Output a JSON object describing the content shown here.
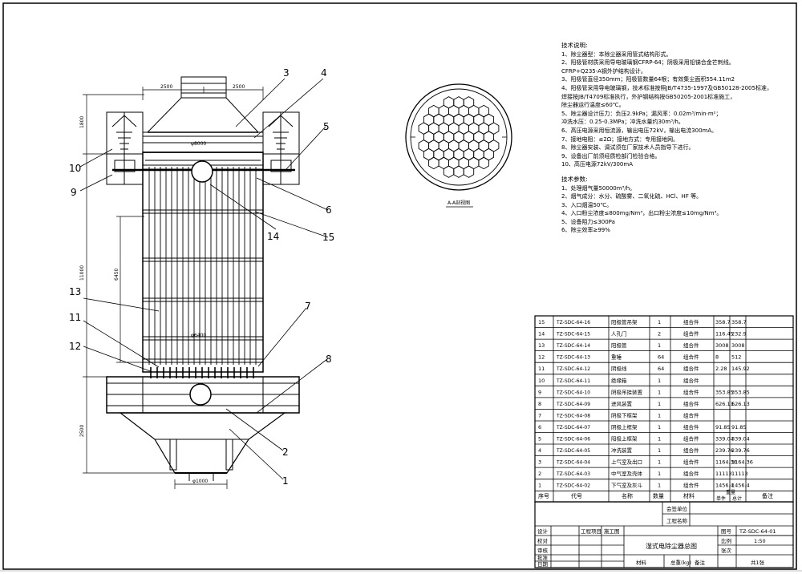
{
  "drawing": {
    "technical_notes": {
      "title": "技术说明:",
      "items": [
        "1、除尘器型：本除尘器采用管式结构形式。",
        "2、阳极管材质采用导电玻璃钢CFRP-64；阴极采用铅锑合金芒刺线。",
        "   CFRP+Q235-A钢外护结构设计。",
        "3、阳极管直径350mm；阳极管数量64根；有效集尘面积554.11m2",
        "4、阳极管采用导电玻璃钢，技术标准按照JB/T4735-1997及GB50128-2005标准，",
        "   焊接按JB/T4709标准执行，外护钢结构按GB50205-2001标准施工，",
        "   除尘器运行温度≤60℃。",
        "5、除尘器设计压力：负压2.9kPa；漏风率：0.02m³/min·m²；",
        "   冲洗水压：0.25-0.3MPa；冲洗水量约30m³/h。",
        "6、高压电源采用恒流源，输出电压72kV，输出电流300mA。",
        "7、接地电阻：≤2Ω；接地方式：专用接地网。",
        "8、除尘器安装、调试须在厂家技术人员指导下进行。",
        "9、设备出厂前须经质检部门检验合格。",
        "10、高压电源72kV/300mA"
      ],
      "params_title": "技术参数:",
      "params": [
        "1、处理烟气量50000m³/h。",
        "2、烟气成分：水分、硫酸雾、二氧化硫、HCl、HF 等。",
        "3、入口烟温50℃。",
        "4、入口粉尘浓度≤800mg/Nm³，出口粉尘浓度≤10mg/Nm³。",
        "5、设备阻力≤300Pa",
        "6、除尘效率≥99%"
      ]
    },
    "section_label": "A-A剖视图",
    "callouts": [
      "1",
      "2",
      "3",
      "4",
      "5",
      "6",
      "7",
      "8",
      "9",
      "10",
      "11",
      "12",
      "13",
      "14",
      "15"
    ],
    "dimensions": {
      "top_left": "2500",
      "top_right": "2500",
      "left_top": "1800",
      "left_total": "11000",
      "left_mid": "6450",
      "left_bottom": "2500",
      "bottom": "φ1000",
      "hopper_top": "φ8000",
      "inner": "φ6400"
    },
    "parts_table": {
      "header": [
        "序号",
        "代号",
        "名称",
        "数量",
        "材料",
        "单件",
        "总计",
        "备注"
      ],
      "header_weight": "重量",
      "rows": [
        {
          "no": "15",
          "code": "TZ-SDC-64-16",
          "name": "阳极管吊架",
          "qty": "1",
          "mat": "组合件",
          "unit": "358.7",
          "total": "358.7"
        },
        {
          "no": "14",
          "code": "TZ-SDC-64-15",
          "name": "人孔门",
          "qty": "2",
          "mat": "组合件",
          "unit": "116.45",
          "total": "232.9"
        },
        {
          "no": "13",
          "code": "TZ-SDC-64-14",
          "name": "阳极管",
          "qty": "1",
          "mat": "组合件",
          "unit": "3008",
          "total": "3008"
        },
        {
          "no": "12",
          "code": "TZ-SDC-64-13",
          "name": "重锤",
          "qty": "64",
          "mat": "组合件",
          "unit": "8",
          "total": "512"
        },
        {
          "no": "11",
          "code": "TZ-SDC-64-12",
          "name": "阴极线",
          "qty": "64",
          "mat": "组合件",
          "unit": "2.28",
          "total": "145.92"
        },
        {
          "no": "10",
          "code": "TZ-SDC-64-11",
          "name": "绝缘箱",
          "qty": "1",
          "mat": "组合件",
          "unit": "",
          "total": ""
        },
        {
          "no": "9",
          "code": "TZ-SDC-64-10",
          "name": "阴极吊挂装置",
          "qty": "1",
          "mat": "组合件",
          "unit": "353.85",
          "total": "353.85"
        },
        {
          "no": "8",
          "code": "TZ-SDC-64-09",
          "name": "进风装置",
          "qty": "1",
          "mat": "组合件",
          "unit": "626.13",
          "total": "626.13"
        },
        {
          "no": "7",
          "code": "TZ-SDC-64-08",
          "name": "阴极下框架",
          "qty": "1",
          "mat": "组合件",
          "unit": "",
          "total": ""
        },
        {
          "no": "6",
          "code": "TZ-SDC-64-07",
          "name": "阴极上框架",
          "qty": "1",
          "mat": "组合件",
          "unit": "91.85",
          "total": "91.85"
        },
        {
          "no": "5",
          "code": "TZ-SDC-64-06",
          "name": "阳极上框架",
          "qty": "1",
          "mat": "组合件",
          "unit": "339.04",
          "total": "339.04"
        },
        {
          "no": "4",
          "code": "TZ-SDC-64-05",
          "name": "冲洗装置",
          "qty": "1",
          "mat": "组合件",
          "unit": "239.76",
          "total": "239.76"
        },
        {
          "no": "3",
          "code": "TZ-SDC-64-04",
          "name": "上气室及出口",
          "qty": "1",
          "mat": "组合件",
          "unit": "1164.36",
          "total": "1164.36"
        },
        {
          "no": "2",
          "code": "TZ-SDC-64-03",
          "name": "中气室及壳体",
          "qty": "1",
          "mat": "组合件",
          "unit": "11113",
          "total": "11113"
        },
        {
          "no": "1",
          "code": "TZ-SDC-64-02",
          "name": "下气室及灰斗",
          "qty": "1",
          "mat": "组合件",
          "unit": "1456.4",
          "total": "1456.4"
        }
      ]
    },
    "title_block": {
      "approval_1": "会签单位",
      "approval_2": "工程名称",
      "drawing_title": "湿式电除尘器总图",
      "design": "设计",
      "check": "校对",
      "review": "审核",
      "approve": "批准",
      "date": "日期",
      "project_unit": "工程项目",
      "stage": "施工图",
      "drawing_no_label": "图号",
      "drawing_no": "TZ-SDC-64-01",
      "scale_label": "比例",
      "scale": "1:50",
      "sheet_label": "张次",
      "sheet": "共1张",
      "weight_label": "总重(kg)",
      "material": "材料",
      "notes_label": "备注"
    }
  }
}
